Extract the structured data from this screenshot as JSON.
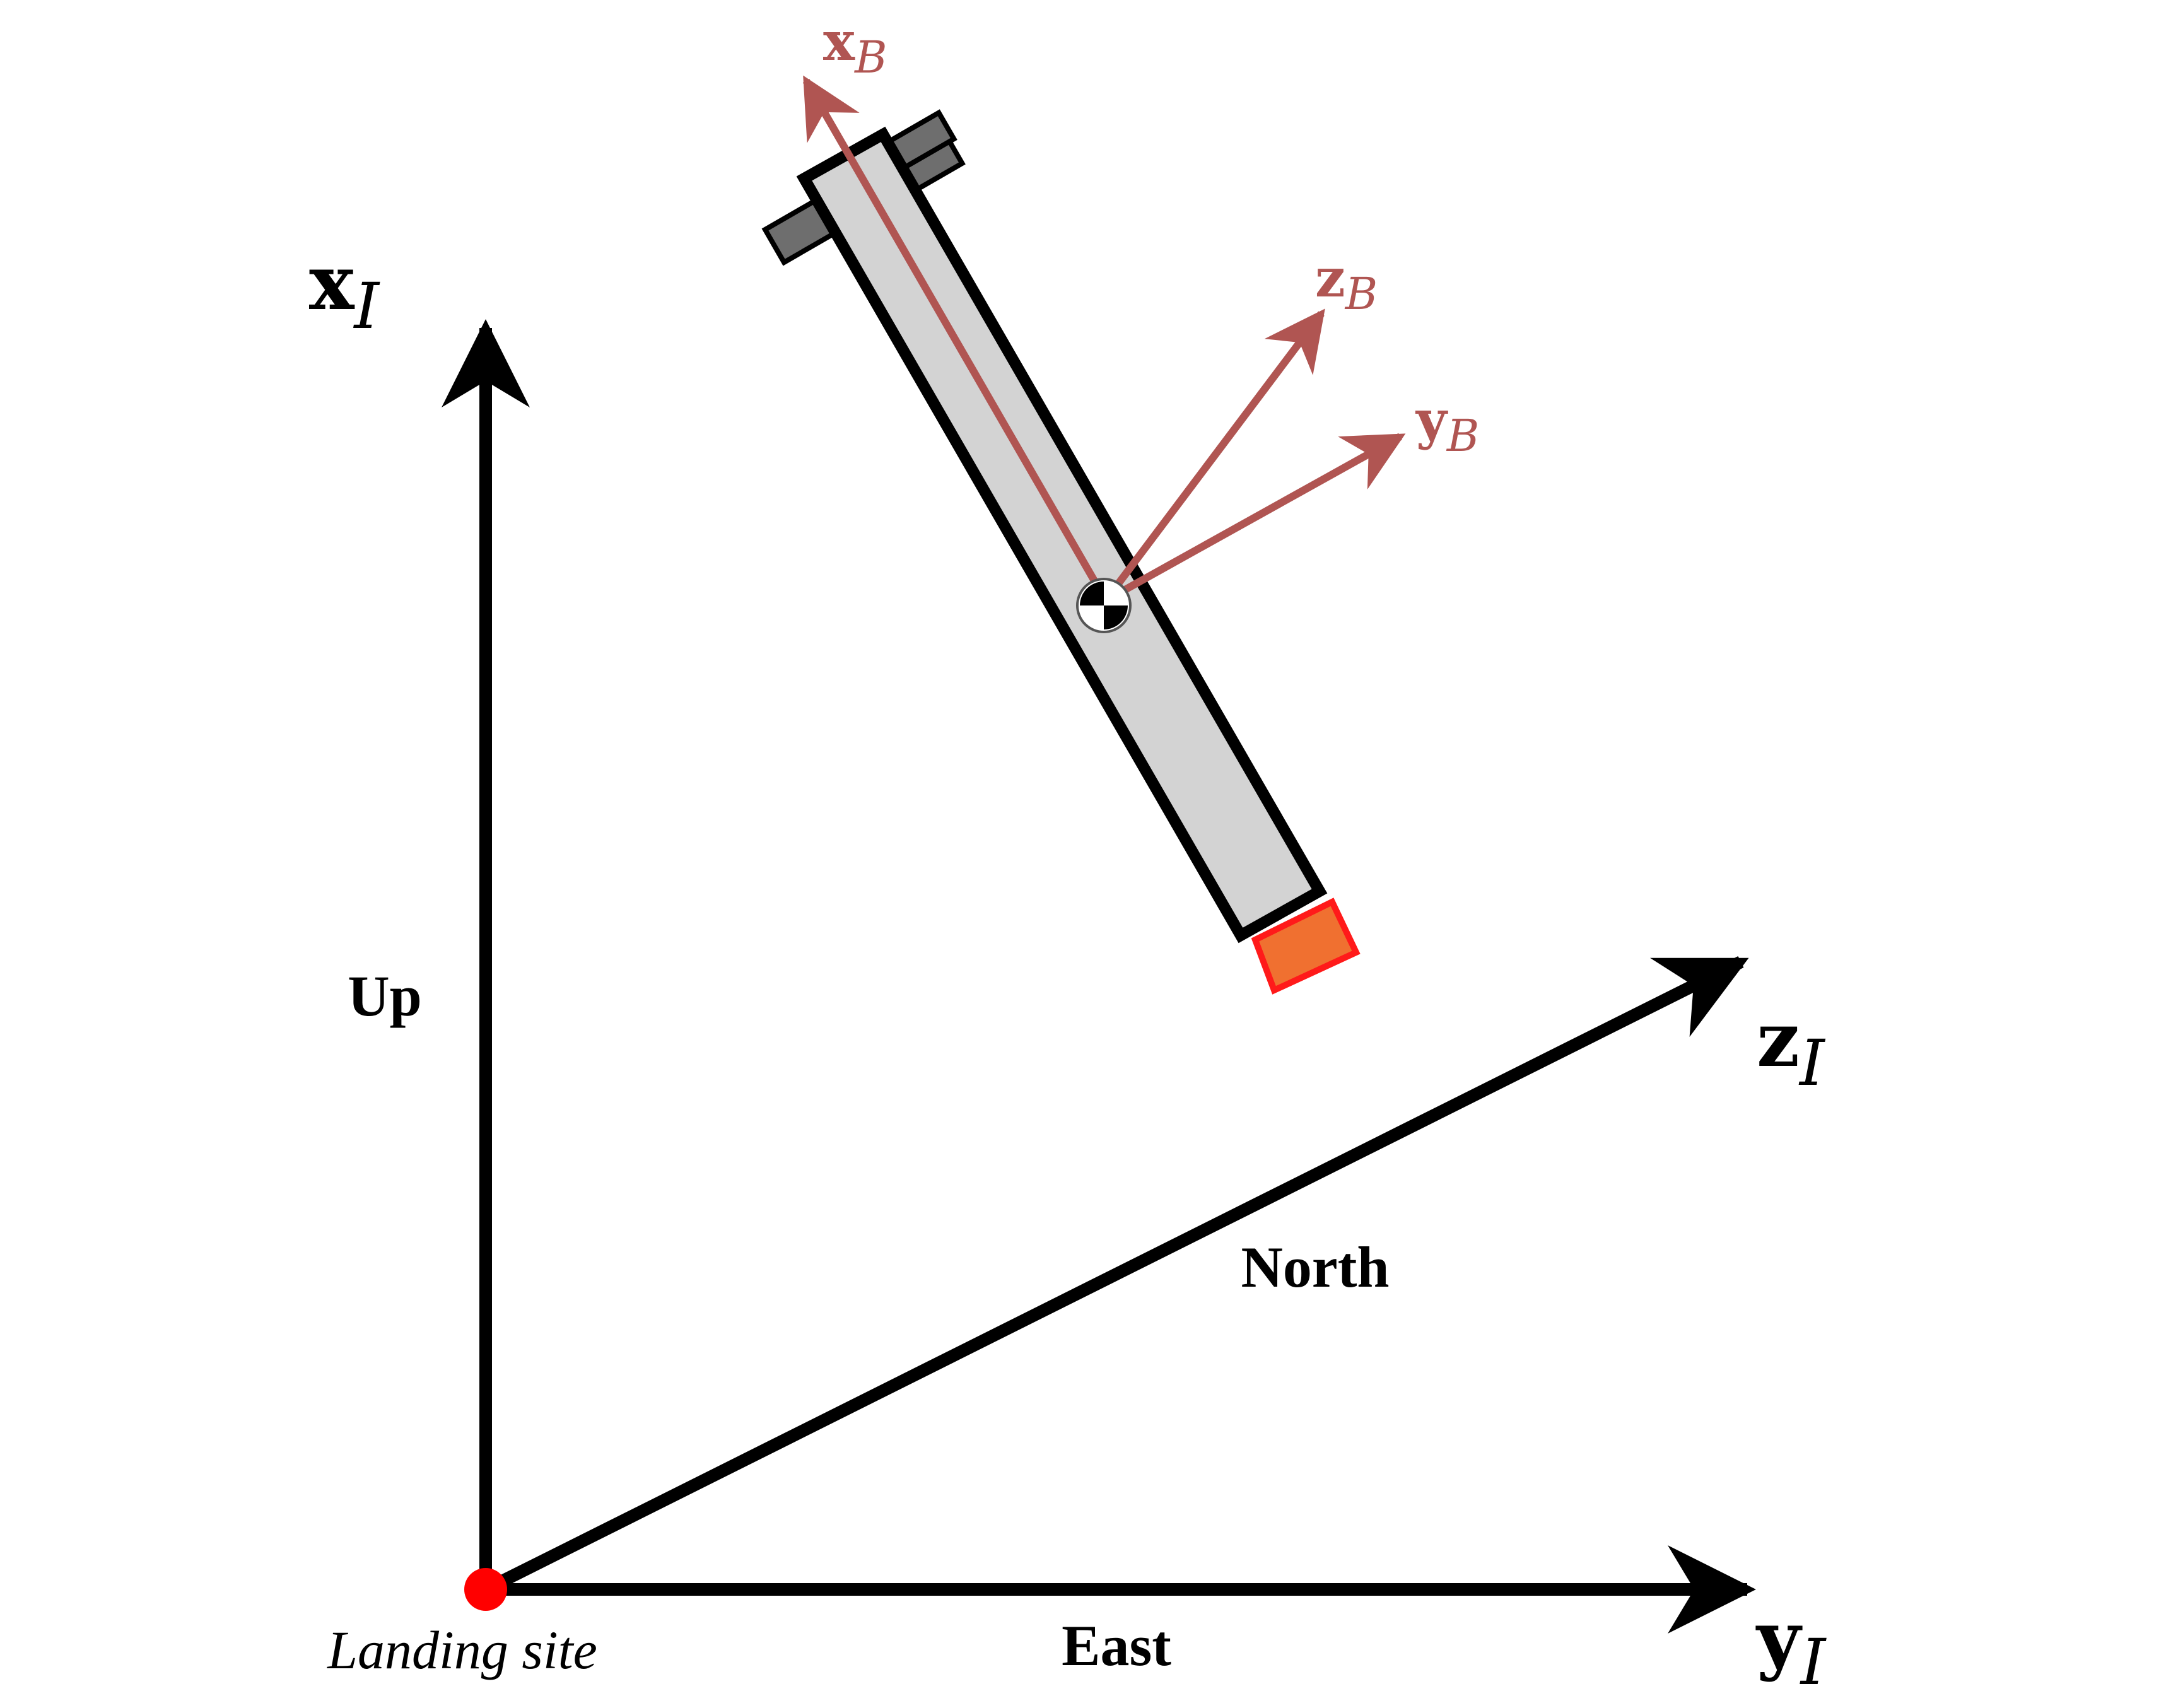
{
  "colors": {
    "inertial_axes": "#000000",
    "body_axes": "#b05552",
    "rocket_body": "#d3d3d3",
    "rocket_outline": "#000000",
    "grid_fins": "#6e6e6e",
    "engine_plume_fill": "#f07030",
    "engine_plume_stroke": "#ff1a1a",
    "landing_site_marker": "#ff0000"
  },
  "inertial_frame": {
    "x_axis": {
      "symbol": "x",
      "subscript": "I",
      "direction": "Up"
    },
    "y_axis": {
      "symbol": "y",
      "subscript": "I",
      "direction": "East"
    },
    "z_axis": {
      "symbol": "z",
      "subscript": "I",
      "direction": "North"
    },
    "origin_label": "Landing site"
  },
  "body_frame": {
    "x_axis": {
      "symbol": "x",
      "subscript": "B"
    },
    "y_axis": {
      "symbol": "y",
      "subscript": "B"
    },
    "z_axis": {
      "symbol": "z",
      "subscript": "B"
    }
  },
  "icons": {
    "center_of_mass": "center-of-mass-icon",
    "landing_site": "landing-site-dot-icon"
  }
}
